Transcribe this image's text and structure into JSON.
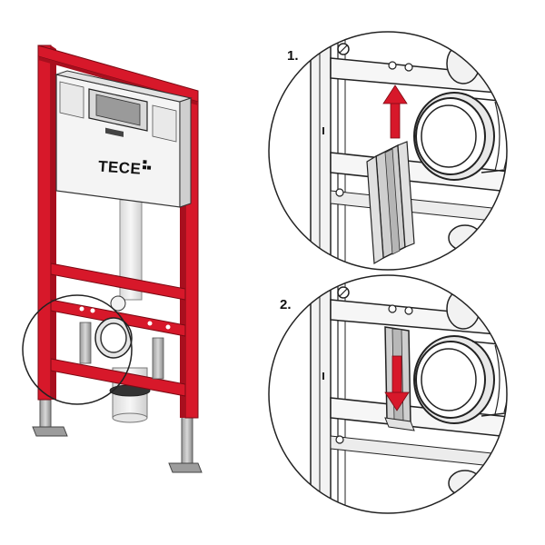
{
  "frame": {
    "brand": "TECE",
    "frame_color": "#d7182a",
    "frame_shadow": "#a80f1e"
  },
  "steps": [
    {
      "label": "1.",
      "action": "slide-up",
      "arrow_color": "#d7182a"
    },
    {
      "label": "2.",
      "action": "slide-down",
      "arrow_color": "#d7182a"
    }
  ]
}
